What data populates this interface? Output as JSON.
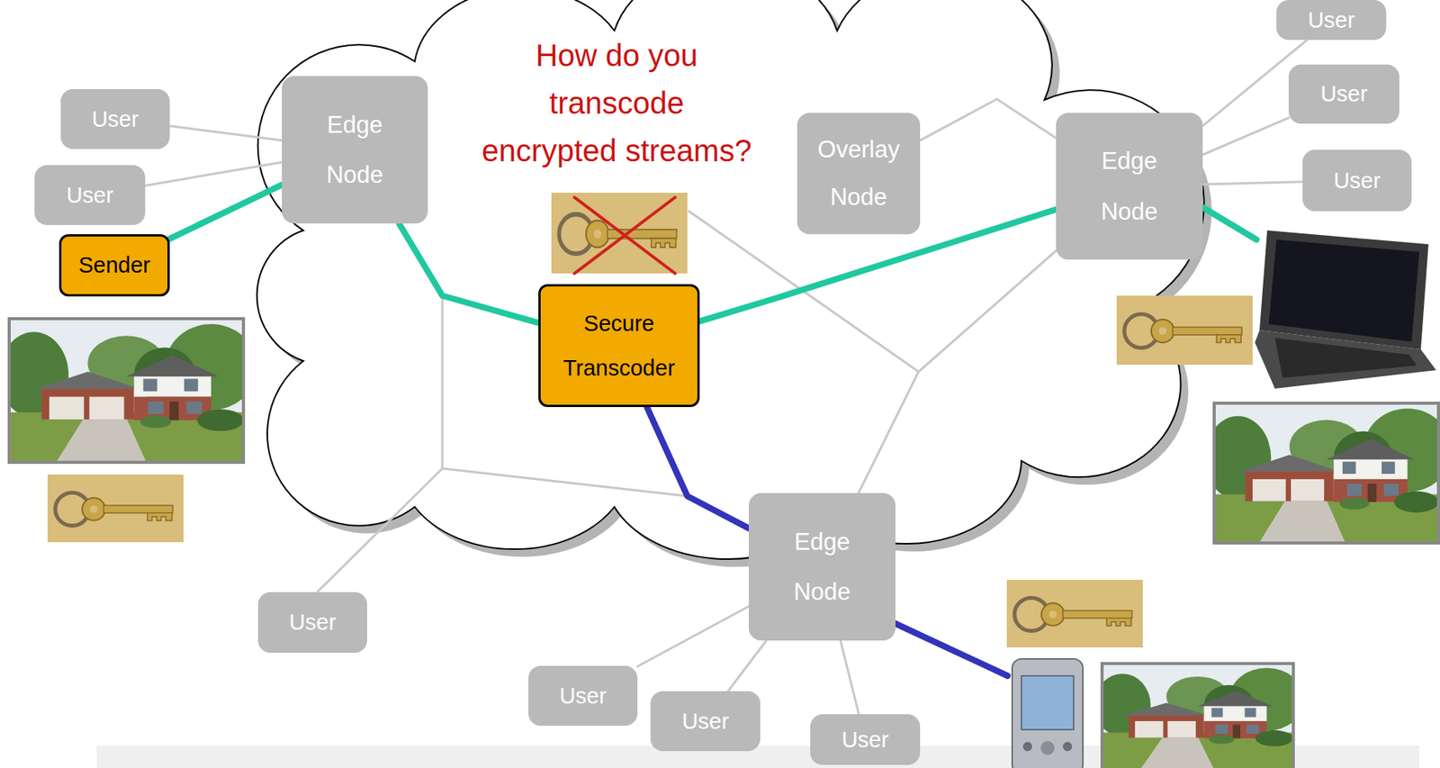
{
  "diagram": {
    "nodes": [
      {
        "text": [
          "User"
        ]
      },
      {
        "text": [
          "User"
        ]
      },
      {
        "text": [
          "Edge Node"
        ]
      },
      {
        "text": [
          "User"
        ]
      },
      {
        "text": [
          "Overlay Node"
        ]
      },
      {
        "text": [
          "Edge Node"
        ]
      },
      {
        "text": [
          "User"
        ]
      },
      {
        "text": [
          "User"
        ]
      },
      {
        "text": [
          "Sender"
        ]
      },
      {
        "text": [
          "Secure Transcoder"
        ]
      },
      {
        "text": [
          "Edge Node"
        ]
      },
      {
        "text": [
          "User"
        ]
      },
      {
        "text": [
          "User"
        ]
      },
      {
        "text": [
          "User"
        ]
      },
      {
        "text": [
          "User"
        ]
      }
    ],
    "edges": [
      {
        "from": 3,
        "to": 2,
        "arrow": "none"
      },
      {
        "from": 7,
        "to": 2,
        "arrow": "none"
      },
      {
        "from": 8,
        "to": 2,
        "arrow": "none"
      },
      {
        "from": 2,
        "to": 9,
        "arrow": "none"
      },
      {
        "from": 9,
        "to": 5,
        "arrow": "none"
      },
      {
        "from": 9,
        "to": 10,
        "arrow": "none"
      },
      {
        "from": 4,
        "to": 5,
        "arrow": "none"
      },
      {
        "from": 5,
        "to": 0,
        "arrow": "none"
      },
      {
        "from": 5,
        "to": 1,
        "arrow": "none"
      },
      {
        "from": 5,
        "to": 6,
        "arrow": "none"
      },
      {
        "from": 10,
        "to": 5,
        "arrow": "none"
      },
      {
        "from": 12,
        "to": 10,
        "arrow": "none"
      },
      {
        "from": 13,
        "to": 10,
        "arrow": "none"
      },
      {
        "from": 14,
        "to": 10,
        "arrow": "none"
      }
    ],
    "labels": [
      "How do you transcode encrypted streams?"
    ]
  }
}
